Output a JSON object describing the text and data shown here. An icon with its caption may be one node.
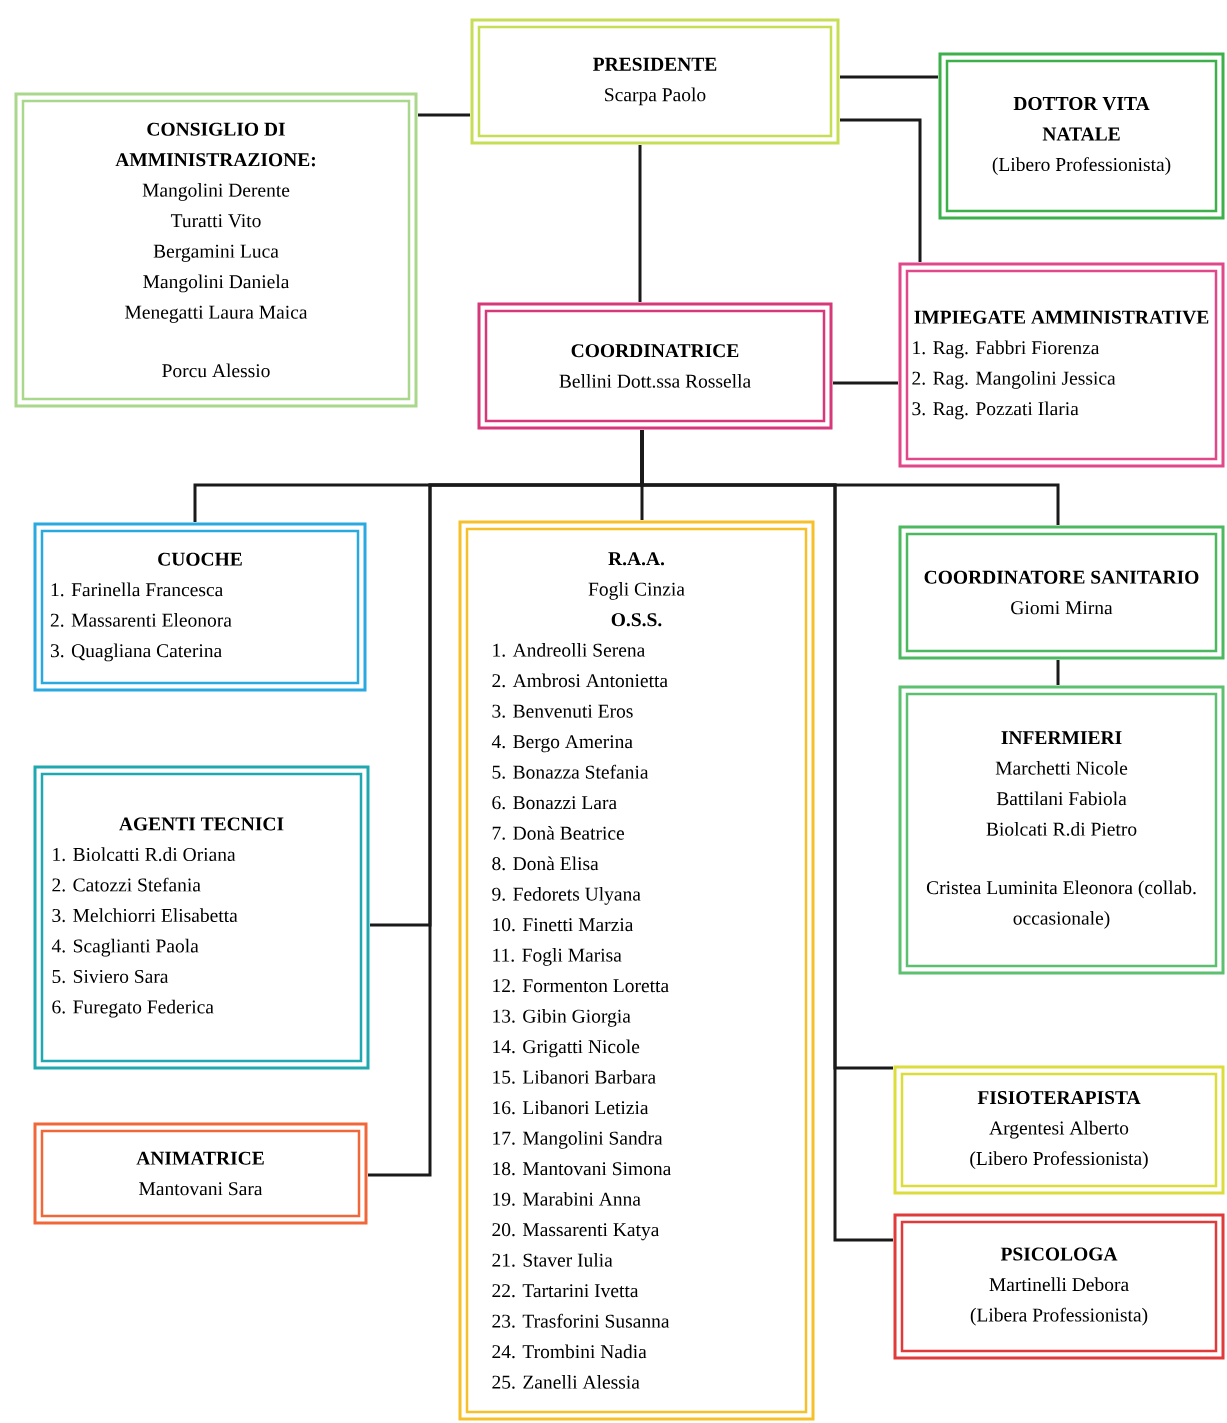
{
  "diagram": {
    "nodes": [
      {
        "text": [
          "PRESIDENTE",
          "Scarpa Paolo"
        ]
      },
      {
        "text": [
          "CONSIGLIO DI AMMINISTRAZIONE:",
          "Mangolini Derente",
          "Turatti Vito",
          "Bergamini Luca",
          "Mangolini Daniela",
          "Menegatti Laura Maica",
          "Porcu Alessio"
        ]
      },
      {
        "text": [
          "DOTTOR VITA NATALE",
          "(Libero Professionista)"
        ]
      },
      {
        "text": [
          "COORDINATRICE",
          "Bellini Dott.ssa Rossella"
        ]
      },
      {
        "text": [
          "IMPIEGATE AMMINISTRATIVE",
          "1. Rag. Fabbri Fiorenza",
          "2. Rag. Mangolini Jessica",
          "3. Rag. Pozzati Ilaria"
        ]
      },
      {
        "text": [
          "CUOCHE",
          "1. Farinella Francesca",
          "2. Massarenti Eleonora",
          "3. Quagliana Caterina"
        ]
      },
      {
        "text": [
          "R.A.A.",
          "Fogli Cinzia",
          "O.S.S.",
          "1. Andreolli Serena",
          "2. Ambrosi Antonietta",
          "3. Benvenuti Eros",
          "4. Bergo Amerina",
          "5. Bonazza Stefania",
          "6. Bonazzi Lara",
          "7. Donà Beatrice",
          "8. Donà Elisa",
          "9. Fedorets Ulyana",
          "10. Finetti Marzia",
          "11. Fogli Marisa",
          "12. Formenton Loretta",
          "13. Gibin Giorgia",
          "14. Grigatti Nicole",
          "15. Libanori Barbara",
          "16. Libanori Letizia",
          "17. Mangolini Sandra",
          "18. Mantovani Simona",
          "19. Marabini Anna",
          "20. Massarenti Katya",
          "21. Staver Iulia",
          "22. Tartarini Ivetta",
          "23. Trasforini Susanna",
          "24. Trombini Nadia",
          "25. Zanelli Alessia"
        ]
      },
      {
        "text": [
          "COORDINATORE SANITARIO",
          "Giomi Mirna"
        ]
      },
      {
        "text": [
          "AGENTI TECNICI",
          "1. Biolcatti R.di Oriana",
          "2. Catozzi Stefania",
          "3. Melchiorri Elisabetta",
          "4. Scaglianti Paola",
          "5. Siviero Sara",
          "6. Furegato Federica"
        ]
      },
      {
        "text": [
          "INFERMIERI",
          "Marchetti Nicole",
          "Battilani Fabiola",
          "Biolcati R.di Pietro",
          "Cristea Luminita Eleonora (collab. occasionale)"
        ]
      },
      {
        "text": [
          "ANIMATRICE",
          "Mantovani Sara"
        ]
      },
      {
        "text": [
          "FISIOTERAPISTA",
          "Argentesi Alberto",
          "(Libero Professionista)"
        ]
      },
      {
        "text": [
          "PSICOLOGA",
          "Martinelli Debora",
          "(Libera Professionista)"
        ]
      }
    ],
    "edges": [
      {
        "from": 0,
        "to": 1,
        "arrow": "none"
      },
      {
        "from": 0,
        "to": 2,
        "arrow": "none"
      },
      {
        "from": 0,
        "to": 4,
        "arrow": "none"
      },
      {
        "from": 0,
        "to": 3,
        "arrow": "none"
      },
      {
        "from": 3,
        "to": 4,
        "arrow": "none"
      },
      {
        "from": 3,
        "to": 5,
        "arrow": "none"
      },
      {
        "from": 3,
        "to": 6,
        "arrow": "none"
      },
      {
        "from": 3,
        "to": 7,
        "arrow": "none"
      },
      {
        "from": 3,
        "to": 8,
        "arrow": "none"
      },
      {
        "from": 3,
        "to": 10,
        "arrow": "none"
      },
      {
        "from": 3,
        "to": 11,
        "arrow": "none"
      },
      {
        "from": 3,
        "to": 12,
        "arrow": "none"
      },
      {
        "from": 7,
        "to": 9,
        "arrow": "none"
      }
    ]
  }
}
